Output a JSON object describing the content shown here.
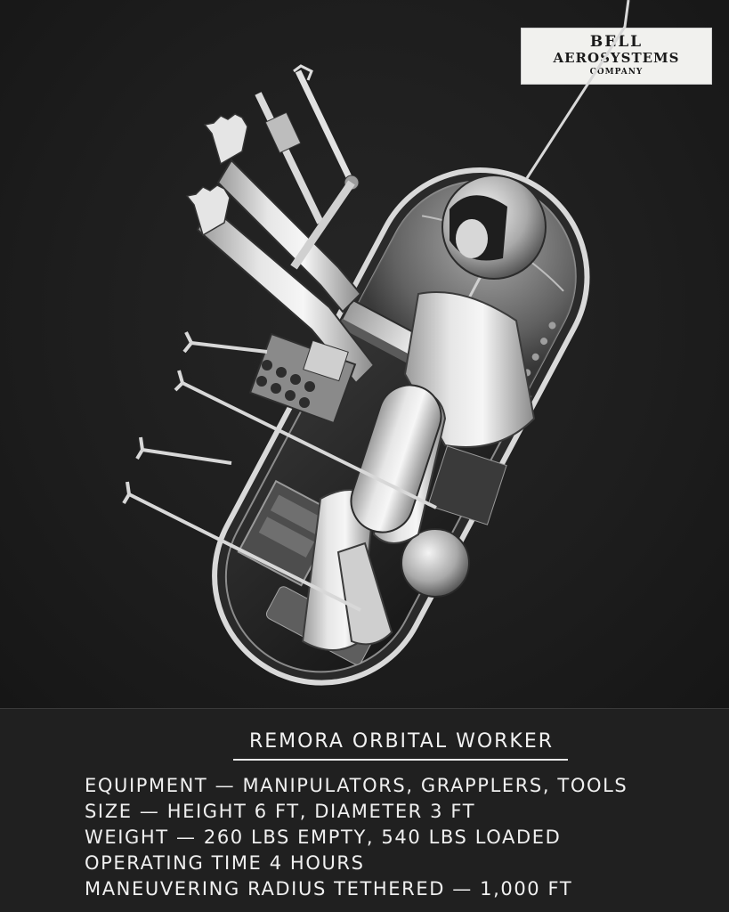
{
  "logo": {
    "line1": "BELL",
    "line2": "AEROSYSTEMS",
    "line3": "COMPANY"
  },
  "caption": {
    "title": "REMORA ORBITAL WORKER",
    "specs": [
      "EQUIPMENT — MANIPULATORS, GRAPPLERS, TOOLS",
      "SIZE — HEIGHT 6 FT, DIAMETER 3 FT",
      "WEIGHT — 260 LBS EMPTY, 540 LBS LOADED",
      "OPERATING TIME 4 HOURS",
      "MANEUVERING RADIUS TETHERED — 1,000 FT"
    ]
  }
}
